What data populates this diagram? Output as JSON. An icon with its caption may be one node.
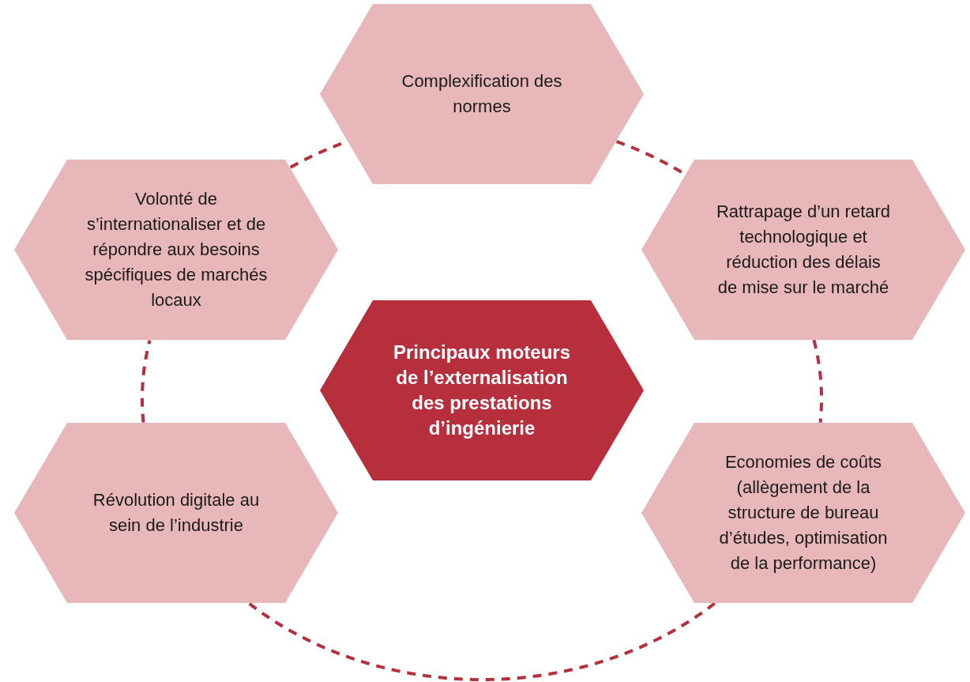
{
  "diagram": {
    "nodes": [
      {
        "text": [
          "Complexification des normes"
        ]
      },
      {
        "text": [
          "Volonté de s’internationaliser et de répondre aux besoins spécifiques de marchés locaux"
        ]
      },
      {
        "text": [
          "Rattrapage d’un retard technologique et réduction des délais de mise sur le marché"
        ]
      },
      {
        "text": [
          "Principaux moteurs de l’externalisation des prestations d’ingénierie"
        ]
      },
      {
        "text": [
          "Révolution digitale au sein de l’industrie"
        ]
      },
      {
        "text": [
          "Economies de coûts (allègement de la structure de bureau d’études, optimisation de la performance)"
        ]
      }
    ],
    "edges": [
      {
        "from": 0,
        "to": 2,
        "arrow": "none",
        "style": "dashed"
      },
      {
        "from": 2,
        "to": 5,
        "arrow": "none",
        "style": "dashed"
      },
      {
        "from": 5,
        "to": 4,
        "arrow": "none",
        "style": "dashed"
      },
      {
        "from": 4,
        "to": 1,
        "arrow": "none",
        "style": "dashed"
      },
      {
        "from": 1,
        "to": 0,
        "arrow": "none",
        "style": "dashed"
      }
    ]
  }
}
